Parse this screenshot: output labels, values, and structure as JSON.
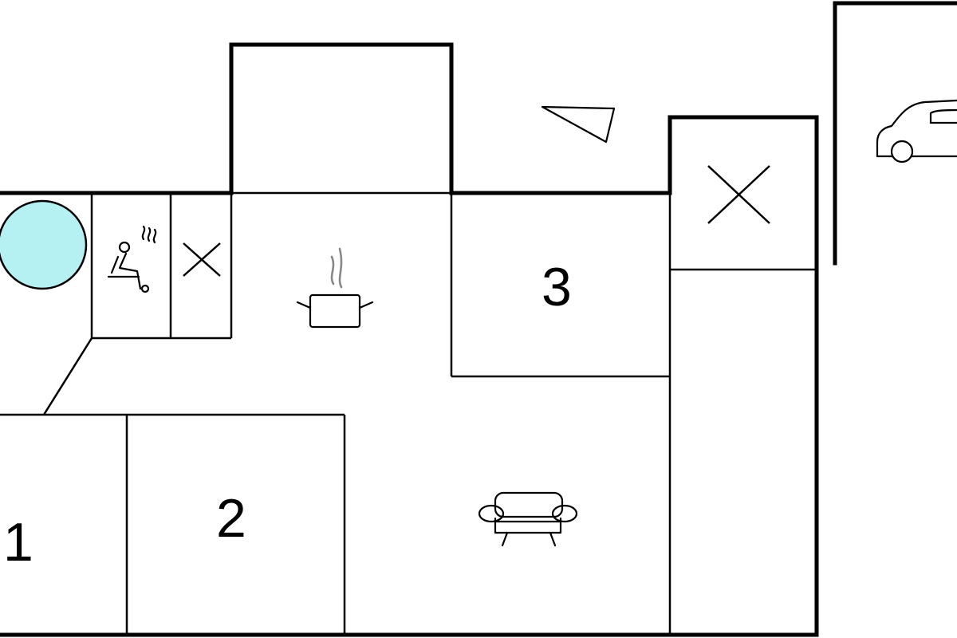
{
  "plan": {
    "rooms": [
      {
        "key": "room-1",
        "label": "1"
      },
      {
        "key": "room-2",
        "label": "2"
      },
      {
        "key": "room-3",
        "label": "3"
      }
    ],
    "icons": [
      "hot-tub-icon",
      "sauna-icon",
      "toilet-icon",
      "kitchen-pot-icon",
      "sofa-icon",
      "compass-pointer-icon",
      "car-icon",
      "bathroom-x-icon"
    ],
    "colors": {
      "hot_tub": "#b5f0f2",
      "wall": "#000000",
      "steam": "#888888"
    }
  }
}
